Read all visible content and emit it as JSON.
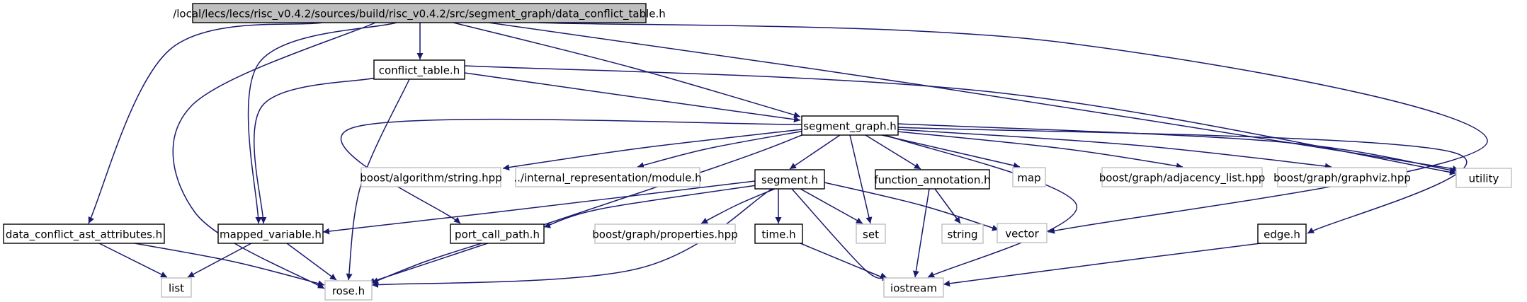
{
  "colors": {
    "edge": "#191970",
    "root_fill": "#bfbfbf",
    "node_border": "#000000",
    "external_border": "#bfbfbf",
    "text": "#000000"
  },
  "nodes": [
    {
      "id": "root",
      "label": "/local/lecs/lecs/risc_v0.4.2/sources/build/risc_v0.4.2/src/segment_graph/data_conflict_table.h",
      "kind": "root"
    },
    {
      "id": "conflict_table",
      "label": "conflict_table.h",
      "kind": "local"
    },
    {
      "id": "segment_graph",
      "label": "segment_graph.h",
      "kind": "local"
    },
    {
      "id": "boost_algo",
      "label": "boost/algorithm/string.hpp",
      "kind": "external"
    },
    {
      "id": "internal_module",
      "label": "../internal_representation/module.h",
      "kind": "external"
    },
    {
      "id": "segment",
      "label": "segment.h",
      "kind": "local"
    },
    {
      "id": "function_annotation",
      "label": "function_annotation.h",
      "kind": "local"
    },
    {
      "id": "map",
      "label": "map",
      "kind": "external"
    },
    {
      "id": "adjacency",
      "label": "boost/graph/adjacency_list.hpp",
      "kind": "external"
    },
    {
      "id": "graphviz",
      "label": "boost/graph/graphviz.hpp",
      "kind": "external"
    },
    {
      "id": "utility",
      "label": "utility",
      "kind": "external"
    },
    {
      "id": "data_conflict_ast",
      "label": "data_conflict_ast_attributes.h",
      "kind": "local"
    },
    {
      "id": "mapped_variable",
      "label": "mapped_variable.h",
      "kind": "local"
    },
    {
      "id": "port_call_path",
      "label": "port_call_path.h",
      "kind": "local"
    },
    {
      "id": "boost_props",
      "label": "boost/graph/properties.hpp",
      "kind": "external"
    },
    {
      "id": "time",
      "label": "time.h",
      "kind": "local"
    },
    {
      "id": "set",
      "label": "set",
      "kind": "external"
    },
    {
      "id": "string",
      "label": "string",
      "kind": "external"
    },
    {
      "id": "vector",
      "label": "vector",
      "kind": "external"
    },
    {
      "id": "edge",
      "label": "edge.h",
      "kind": "local"
    },
    {
      "id": "list",
      "label": "list",
      "kind": "external"
    },
    {
      "id": "rose",
      "label": "rose.h",
      "kind": "external"
    },
    {
      "id": "iostream",
      "label": "iostream",
      "kind": "external"
    }
  ],
  "edges": [
    {
      "from": "root",
      "to": "conflict_table"
    },
    {
      "from": "root",
      "to": "segment_graph"
    },
    {
      "from": "root",
      "to": "utility"
    },
    {
      "from": "root",
      "to": "vector"
    },
    {
      "from": "root",
      "to": "data_conflict_ast"
    },
    {
      "from": "root",
      "to": "mapped_variable"
    },
    {
      "from": "root",
      "to": "rose"
    },
    {
      "from": "conflict_table",
      "to": "segment_graph"
    },
    {
      "from": "conflict_table",
      "to": "utility"
    },
    {
      "from": "conflict_table",
      "to": "mapped_variable"
    },
    {
      "from": "conflict_table",
      "to": "rose"
    },
    {
      "from": "segment_graph",
      "to": "boost_algo"
    },
    {
      "from": "segment_graph",
      "to": "internal_module"
    },
    {
      "from": "segment_graph",
      "to": "segment"
    },
    {
      "from": "segment_graph",
      "to": "function_annotation"
    },
    {
      "from": "segment_graph",
      "to": "map"
    },
    {
      "from": "segment_graph",
      "to": "adjacency"
    },
    {
      "from": "segment_graph",
      "to": "graphviz"
    },
    {
      "from": "segment_graph",
      "to": "utility"
    },
    {
      "from": "segment_graph",
      "to": "set"
    },
    {
      "from": "segment_graph",
      "to": "iostream"
    },
    {
      "from": "segment_graph",
      "to": "edge"
    },
    {
      "from": "segment_graph",
      "to": "port_call_path"
    },
    {
      "from": "segment_graph",
      "to": "rose"
    },
    {
      "from": "segment",
      "to": "mapped_variable"
    },
    {
      "from": "segment",
      "to": "port_call_path"
    },
    {
      "from": "segment",
      "to": "boost_props"
    },
    {
      "from": "segment",
      "to": "time"
    },
    {
      "from": "segment",
      "to": "set"
    },
    {
      "from": "segment",
      "to": "vector"
    },
    {
      "from": "segment",
      "to": "iostream"
    },
    {
      "from": "segment",
      "to": "rose"
    },
    {
      "from": "function_annotation",
      "to": "string"
    },
    {
      "from": "function_annotation",
      "to": "iostream"
    },
    {
      "from": "data_conflict_ast",
      "to": "list"
    },
    {
      "from": "data_conflict_ast",
      "to": "rose"
    },
    {
      "from": "mapped_variable",
      "to": "list"
    },
    {
      "from": "mapped_variable",
      "to": "rose"
    },
    {
      "from": "port_call_path",
      "to": "rose"
    },
    {
      "from": "time",
      "to": "iostream"
    },
    {
      "from": "edge",
      "to": "iostream"
    }
  ]
}
